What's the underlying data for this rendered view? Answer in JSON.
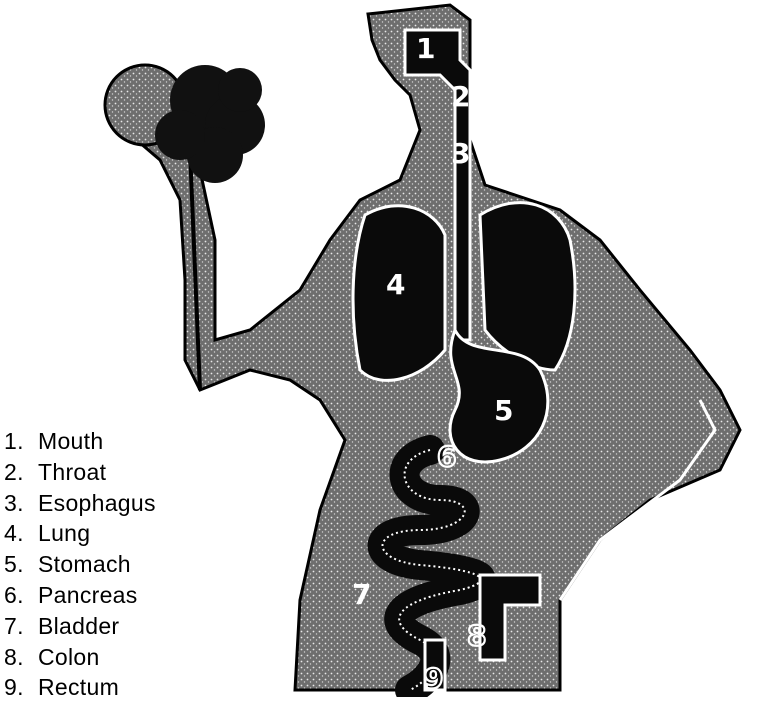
{
  "diagram": {
    "markers": [
      "1",
      "2",
      "3",
      "4",
      "5",
      "6",
      "7",
      "8",
      "9"
    ]
  },
  "legend": [
    {
      "num": "1.",
      "label": "Mouth"
    },
    {
      "num": "2.",
      "label": "Throat"
    },
    {
      "num": "3.",
      "label": "Esophagus"
    },
    {
      "num": "4.",
      "label": "Lung"
    },
    {
      "num": "5.",
      "label": "Stomach"
    },
    {
      "num": "6.",
      "label": "Pancreas"
    },
    {
      "num": "7.",
      "label": "Bladder"
    },
    {
      "num": "8.",
      "label": "Colon"
    },
    {
      "num": "9.",
      "label": "Rectum"
    }
  ],
  "colors": {
    "ink": "#000000",
    "body_fill": "#7a7a7a",
    "paper": "#ffffff"
  }
}
